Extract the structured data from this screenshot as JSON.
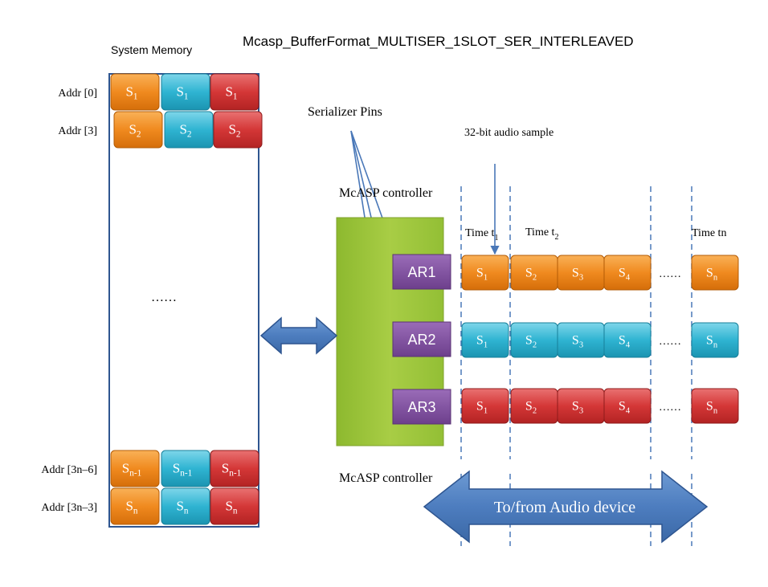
{
  "title": "Mcasp_BufferFormat_MULTISER_1SLOT_SER_INTERLEAVED",
  "system_memory_label": "System Memory",
  "memory_rows": [
    {
      "addr": "Addr  [0]",
      "base": "S",
      "sub": "1"
    },
    {
      "addr": "Addr  [3]",
      "base": "S",
      "sub": "2"
    },
    {
      "addr": "Addr  [3n–6]",
      "base": "S",
      "sub": "n-1"
    },
    {
      "addr": "Addr  [3n–3]",
      "base": "S",
      "sub": "n"
    }
  ],
  "memory_ellipsis": "……",
  "serializer_pins_label": "Serializer Pins",
  "audio_sample_label": "32-bit audio sample",
  "controller_label_top": "McASP controller",
  "controller_label_bottom": "McASP controller",
  "pins": [
    "AR1",
    "AR2",
    "AR3"
  ],
  "time_labels": [
    {
      "base": "Time t",
      "sub": "1"
    },
    {
      "base": "Time t",
      "sub": "2"
    },
    {
      "base": "Time tn",
      "sub": ""
    }
  ],
  "slot_samples": [
    {
      "base": "S",
      "sub": "1"
    },
    {
      "base": "S",
      "sub": "2"
    },
    {
      "base": "S",
      "sub": "3"
    },
    {
      "base": "S",
      "sub": "4"
    },
    {
      "base": "S",
      "sub": "n"
    }
  ],
  "row_ellipsis": "……",
  "audio_device_label": "To/from Audio device",
  "colors": {
    "orange": "#f0861c",
    "cyan": "#2ab3d1",
    "red": "#d23535",
    "purple": "#7e4d9c",
    "green": "#a4c93e",
    "arrow_blue": "#4f7dbd",
    "border_blue": "#2e5590"
  }
}
